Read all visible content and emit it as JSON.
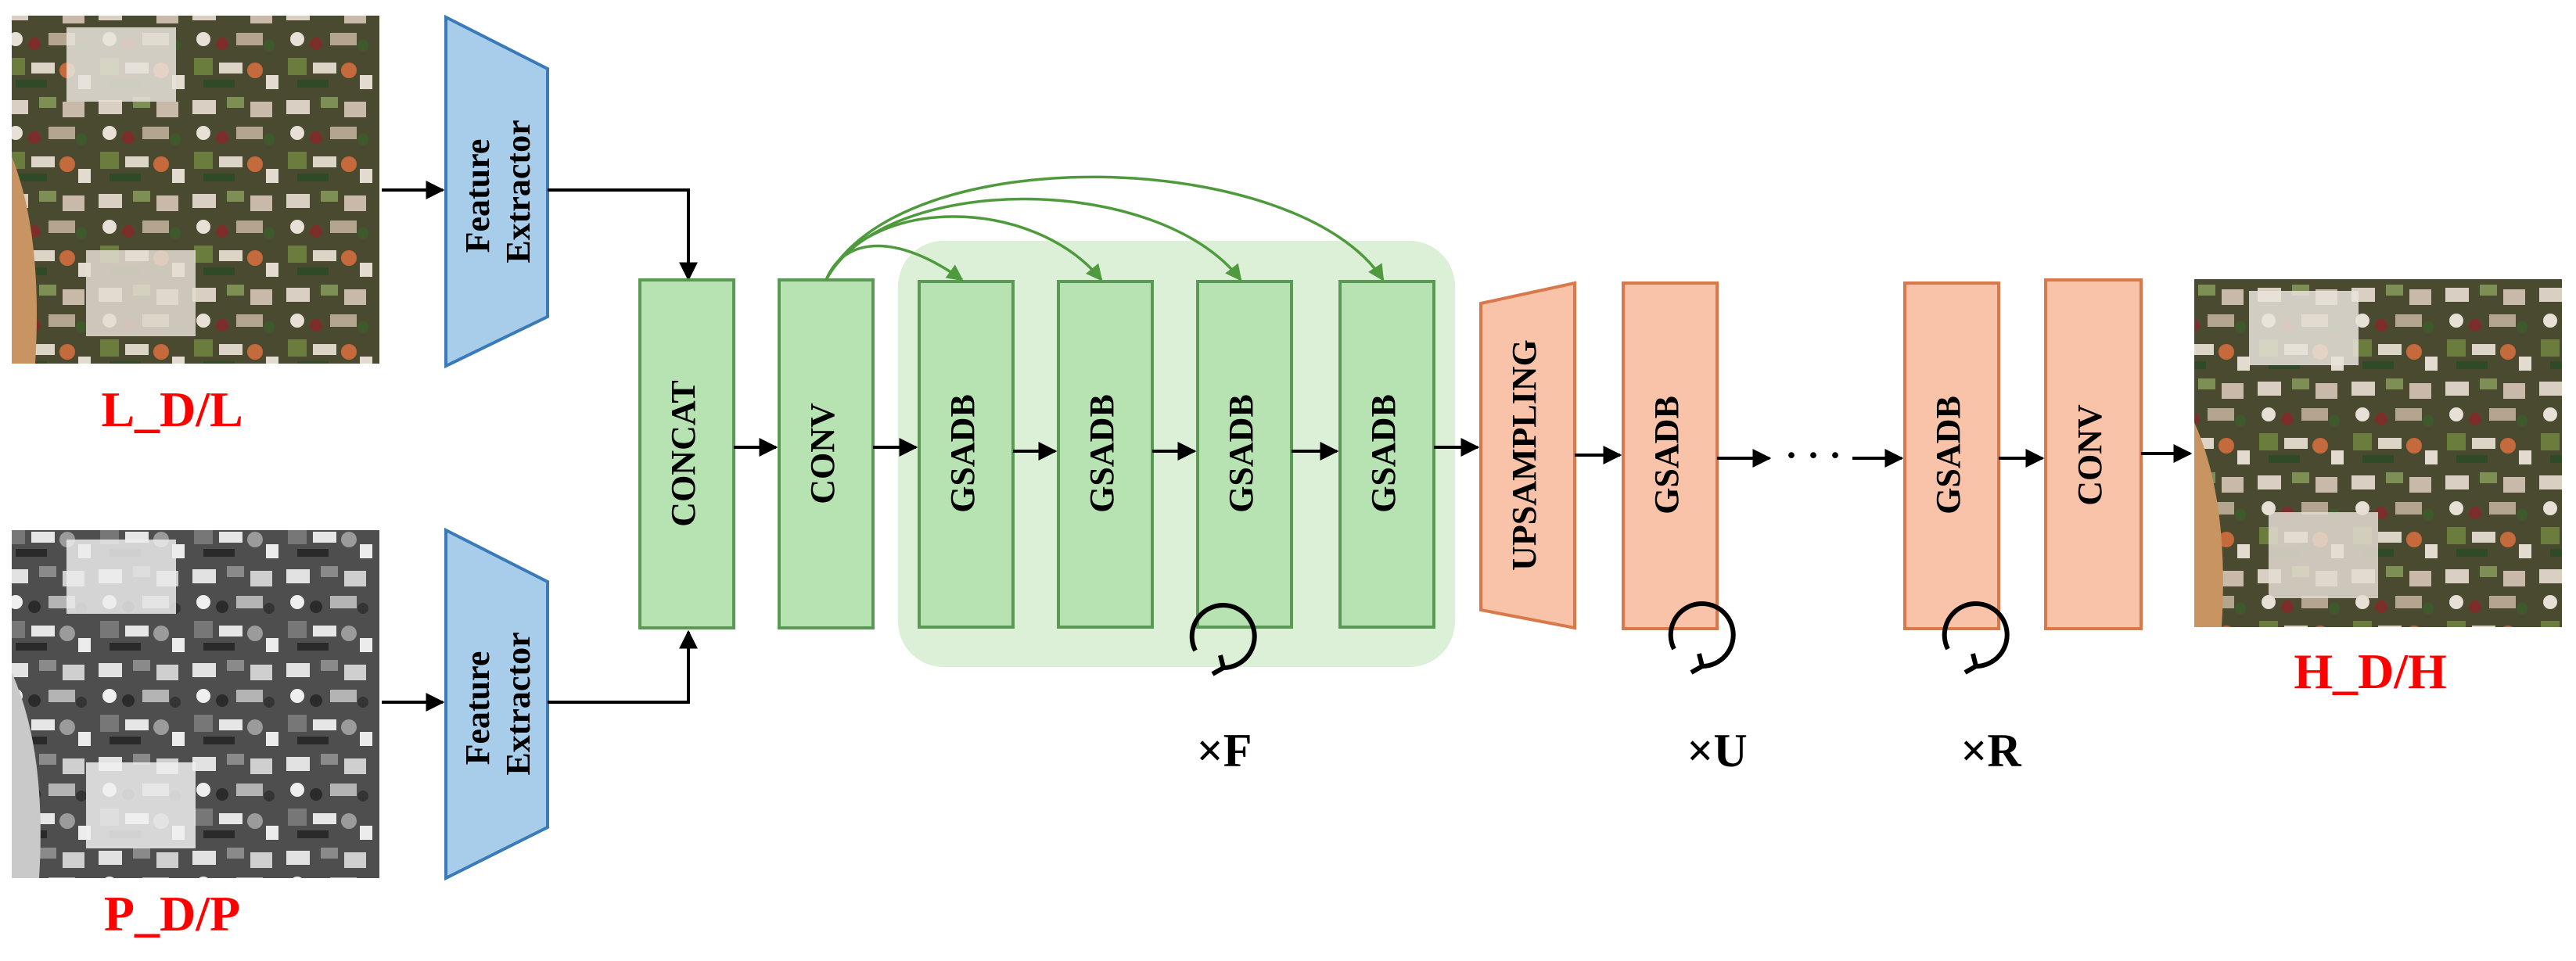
{
  "inputs": {
    "low_res": {
      "label": "L_D/L"
    },
    "pan": {
      "label": "P_D/P"
    }
  },
  "output": {
    "label": "H_D/H"
  },
  "feature_extractor": {
    "line1": "Feature",
    "line2": "Extractor"
  },
  "blocks": {
    "concat": "CONCAT",
    "conv_first": "CONV",
    "gsadb_1": "GSADB",
    "gsadb_2": "GSADB",
    "gsadb_3": "GSADB",
    "gsadb_4": "GSADB",
    "upsampling": "UPSAMPLING",
    "gsadb_u": "GSADB",
    "gsadb_r": "GSADB",
    "conv_last": "CONV"
  },
  "repeats": {
    "f": "×F",
    "u": "×U",
    "r": "×R"
  },
  "ellipsis": "· · ·",
  "colors": {
    "green_fill": "#b7e3b3",
    "green_stroke": "#5b9a55",
    "green_group": "#dcf0d8",
    "green_arrow": "#4f9a3d",
    "orange_fill": "#f8c3a8",
    "orange_stroke": "#d9794b",
    "blue_fill": "#a7cdeb",
    "blue_stroke": "#3a7ab8",
    "label_red": "#ff0000"
  }
}
